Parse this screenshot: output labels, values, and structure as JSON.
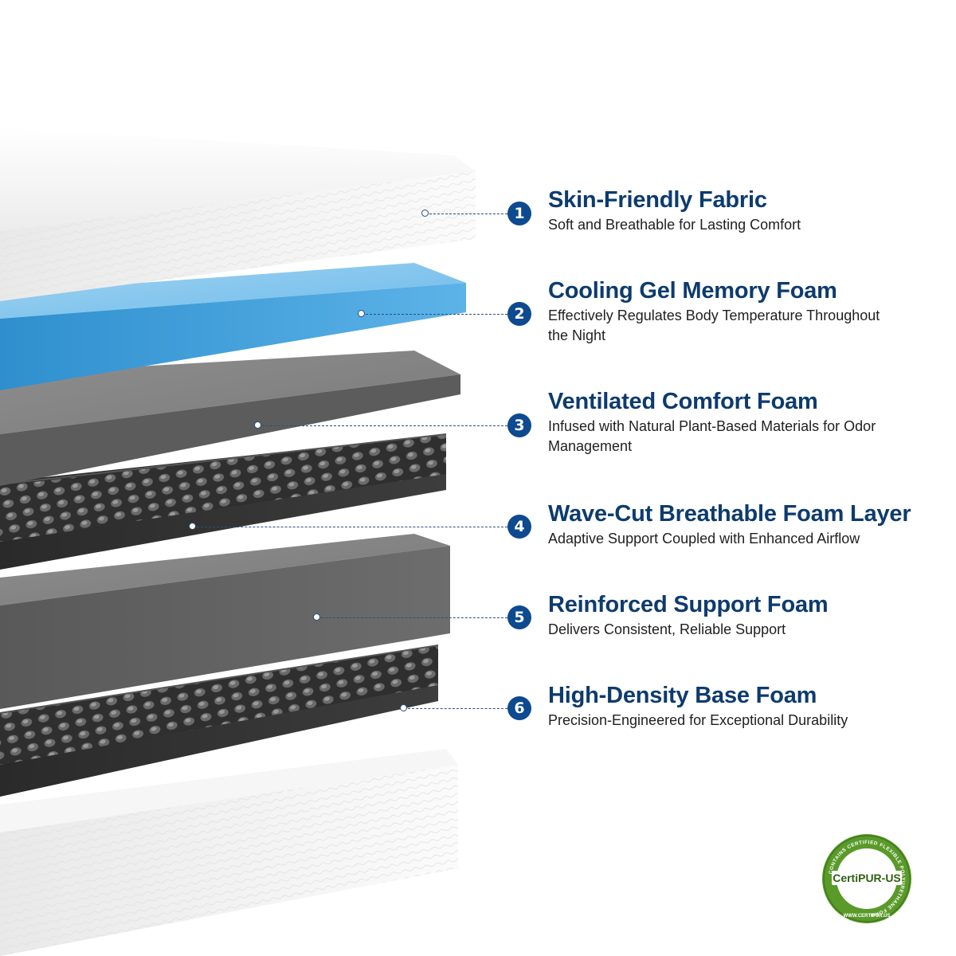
{
  "layers": [
    {
      "number": "1",
      "title": "Skin-Friendly Fabric",
      "description": "Soft and Breathable for Lasting Comfort"
    },
    {
      "number": "2",
      "title": "Cooling Gel Memory Foam",
      "description": "Effectively Regulates Body Temperature Throughout the Night"
    },
    {
      "number": "3",
      "title": "Ventilated Comfort Foam",
      "description": "Infused with Natural Plant-Based Materials for Odor Management"
    },
    {
      "number": "4",
      "title": "Wave-Cut Breathable Foam Layer",
      "description": "Adaptive Support Coupled with Enhanced Airflow"
    },
    {
      "number": "5",
      "title": "Reinforced Support Foam",
      "description": "Delivers Consistent, Reliable Support"
    },
    {
      "number": "6",
      "title": "High-Density Base Foam",
      "description": "Precision-Engineered for Exceptional Durability"
    }
  ],
  "certification": {
    "name": "CertiPUR-US",
    "ring_text": "CONTAINS CERTIFIED FLEXIBLE POLYURETHANE FOAM",
    "url": "WWW.CERTIPUR.US"
  },
  "colors": {
    "title": "#0d3b6e",
    "badge": "#0d4a8f",
    "cooling_gel": "#3d9bd6",
    "foam_gray": "#6f6f6f",
    "cover_white": "#f2f2f2",
    "seal_green": "#5a9a2a"
  }
}
